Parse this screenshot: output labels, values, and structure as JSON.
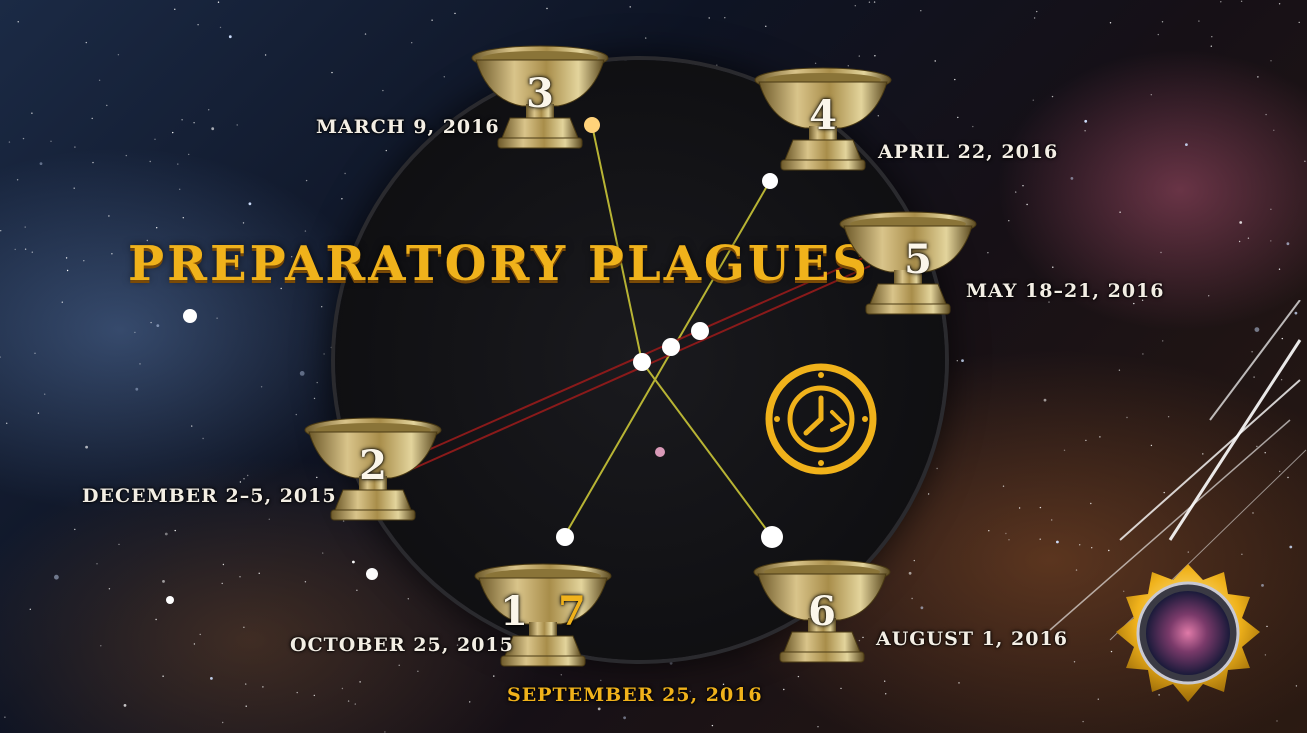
{
  "title": "Preparatory Plagues",
  "bowls": [
    {
      "number": "2",
      "date": "December 2–5, 2015"
    },
    {
      "number": "3",
      "date": "March 9, 2016"
    },
    {
      "number": "4",
      "date": "April 22, 2016"
    },
    {
      "number": "5",
      "date": "May 18–21, 2016"
    },
    {
      "number": "6",
      "date": "August 1, 2016"
    },
    {
      "number_left": "1",
      "number_right": "7",
      "date_left": "October 25, 2015",
      "date_right": "September 25, 2016"
    }
  ],
  "icons": {
    "clock": "clock-icon",
    "medal": "orion-medallion-icon"
  },
  "colors": {
    "accent_gold": "#f0b21b",
    "text_light": "#f3eee4",
    "line_gold": "#b8b434",
    "line_red": "#8a1a1a"
  }
}
